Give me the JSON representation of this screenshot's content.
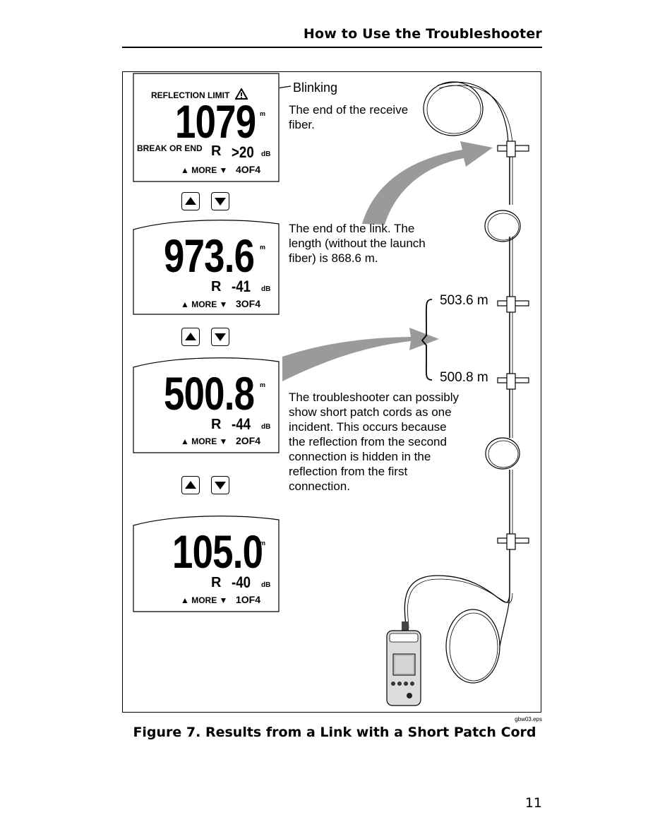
{
  "header": {
    "title": "How to Use the Troubleshooter"
  },
  "screens": [
    {
      "top_label": "REFLECTION LIMIT",
      "distance": "1079",
      "unit": "m",
      "side_label": "BREAK OR END",
      "r_label": "R",
      "db_value": ">20",
      "db_unit": "dB",
      "nav_more": "▲ MORE ▼",
      "nav_index": "4OF4"
    },
    {
      "distance": "973.6",
      "unit": "m",
      "r_label": "R",
      "db_value": "-41",
      "db_unit": "dB",
      "nav_more": "▲ MORE ▼",
      "nav_index": "3OF4"
    },
    {
      "distance": "500.8",
      "unit": "m",
      "r_label": "R",
      "db_value": "-44",
      "db_unit": "dB",
      "nav_more": "▲ MORE ▼",
      "nav_index": "2OF4"
    },
    {
      "distance": "105.0",
      "unit": "m",
      "r_label": "R",
      "db_value": "-40",
      "db_unit": "dB",
      "nav_more": "▲ MORE ▼",
      "nav_index": "1OF4"
    }
  ],
  "annotations": {
    "blinking": "Blinking",
    "receive_end": [
      "The end of the receive",
      "fiber."
    ],
    "link_end": [
      "The end of the link. The",
      "length (without the launch",
      "fiber) is 868.6 m."
    ],
    "patch_cord": [
      "The troubleshooter can possibly",
      "show short patch cords as one",
      "incident. This occurs because",
      "the reflection from the second",
      "connection is hidden in the",
      "reflection from the first",
      "connection."
    ]
  },
  "distances": {
    "upper": "503.6 m",
    "lower": "500.8 m"
  },
  "figure": {
    "file_label": "gbw03.eps",
    "caption": "Figure 7. Results from a Link with a Short Patch Cord"
  },
  "page_number": "11"
}
